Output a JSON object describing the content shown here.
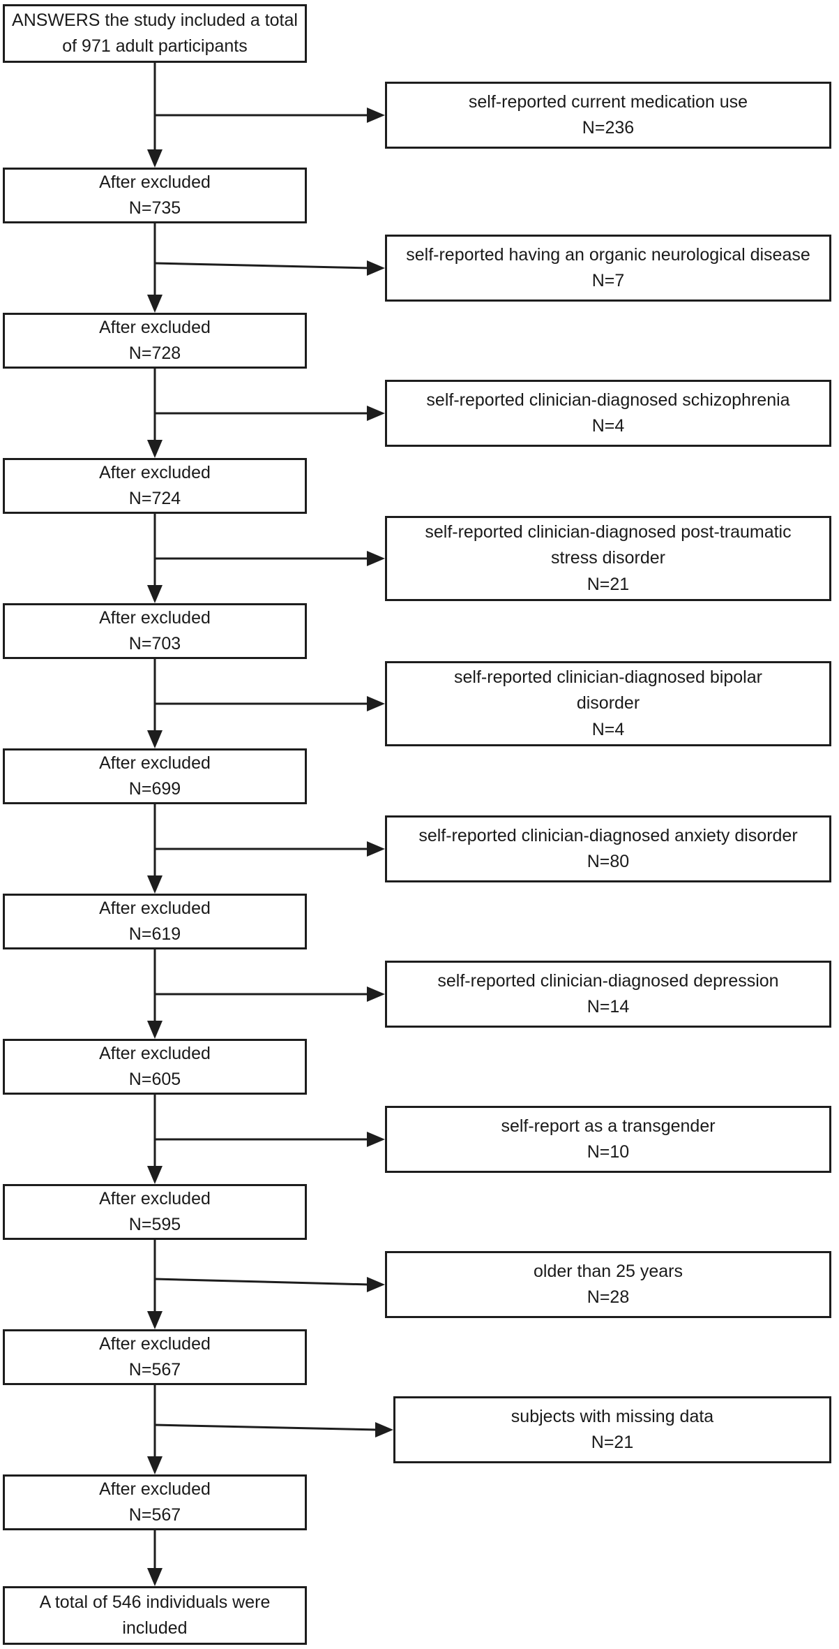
{
  "flowchart": {
    "start": {
      "text": "ANSWERS the study included a total\nof 971 adult participants",
      "n": "971"
    },
    "results": [
      {
        "text": "After excluded\nN=735",
        "n": "735"
      },
      {
        "text": "After excluded\nN=728",
        "n": "728"
      },
      {
        "text": "After excluded\nN=724",
        "n": "724"
      },
      {
        "text": "After excluded\nN=703",
        "n": "703"
      },
      {
        "text": "After excluded\nN=699",
        "n": "699"
      },
      {
        "text": "After excluded\nN=619",
        "n": "619"
      },
      {
        "text": "After excluded\nN=605",
        "n": "605"
      },
      {
        "text": "After excluded\nN=595",
        "n": "595"
      },
      {
        "text": "After excluded\nN=567",
        "n": "567"
      },
      {
        "text": "After excluded\nN=567",
        "n": "567"
      }
    ],
    "exclusions": [
      {
        "text": "self-reported current medication use\nN=236",
        "n": "236"
      },
      {
        "text": "self-reported having an organic neurological disease\nN=7",
        "n": "7"
      },
      {
        "text": "self-reported clinician-diagnosed schizophrenia\nN=4",
        "n": "4"
      },
      {
        "text": "self-reported clinician-diagnosed post-traumatic\nstress disorder\nN=21",
        "n": "21"
      },
      {
        "text": "self-reported clinician-diagnosed bipolar\ndisorder\nN=4",
        "n": "4"
      },
      {
        "text": "self-reported clinician-diagnosed anxiety disorder\nN=80",
        "n": "80"
      },
      {
        "text": "self-reported clinician-diagnosed depression\nN=14",
        "n": "14"
      },
      {
        "text": "self-report as a transgender\nN=10",
        "n": "10"
      },
      {
        "text": "older than 25 years\nN=28",
        "n": "28"
      },
      {
        "text": "subjects with missing data\nN=21",
        "n": "21"
      }
    ],
    "final": {
      "text": "A total of 546 individuals were\nincluded",
      "n": "546"
    },
    "colors": {
      "line": "#1d1d1d",
      "text": "#1a1a1a",
      "background": "#ffffff"
    }
  }
}
